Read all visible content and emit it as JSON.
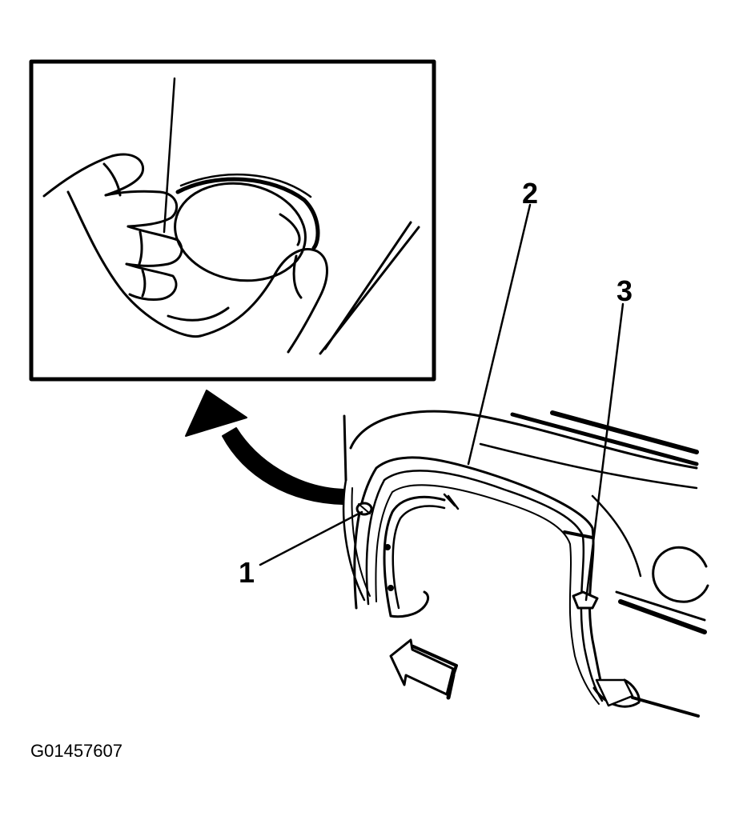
{
  "callouts": {
    "item_1": "1",
    "item_2": "2",
    "item_3": "3"
  },
  "figure_id": "G01457607",
  "colors": {
    "ink": "#000000",
    "paper": "#ffffff"
  }
}
